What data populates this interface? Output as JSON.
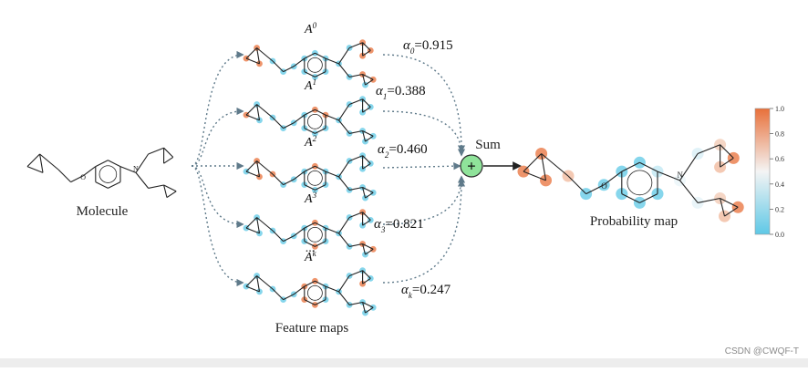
{
  "labels": {
    "molecule": "Molecule",
    "feature_maps": "Feature maps",
    "probability_map": "Probability map",
    "sum": "Sum",
    "plus": "+",
    "ellipsis": "..."
  },
  "feature_maps": [
    {
      "sup": "0",
      "alpha_sub": "0",
      "value": "=0.915"
    },
    {
      "sup": "1",
      "alpha_sub": "1",
      "value": "=0.388"
    },
    {
      "sup": "2",
      "alpha_sub": "2",
      "value": "=0.460"
    },
    {
      "sup": "3",
      "alpha_sub": "3",
      "value": "=0.821"
    },
    {
      "sup": "k",
      "alpha_sub": "k",
      "value": "=0.247"
    }
  ],
  "feature_map_letter": "A",
  "alpha_symbol": "α",
  "colorbar": {
    "ticks": [
      "1.0",
      "0.8",
      "0.6",
      "0.4",
      "0.2",
      "0.0"
    ],
    "low_color": "#5ec8e6",
    "mid_color": "#f4f4f4",
    "high_color": "#e8703a"
  },
  "colors": {
    "orange": "#e8703a",
    "blue": "#5ec8e6",
    "plus_fill": "#8fe39a",
    "arrow": "#5f7a8a"
  },
  "watermark": "CSDN @CWQF-T"
}
